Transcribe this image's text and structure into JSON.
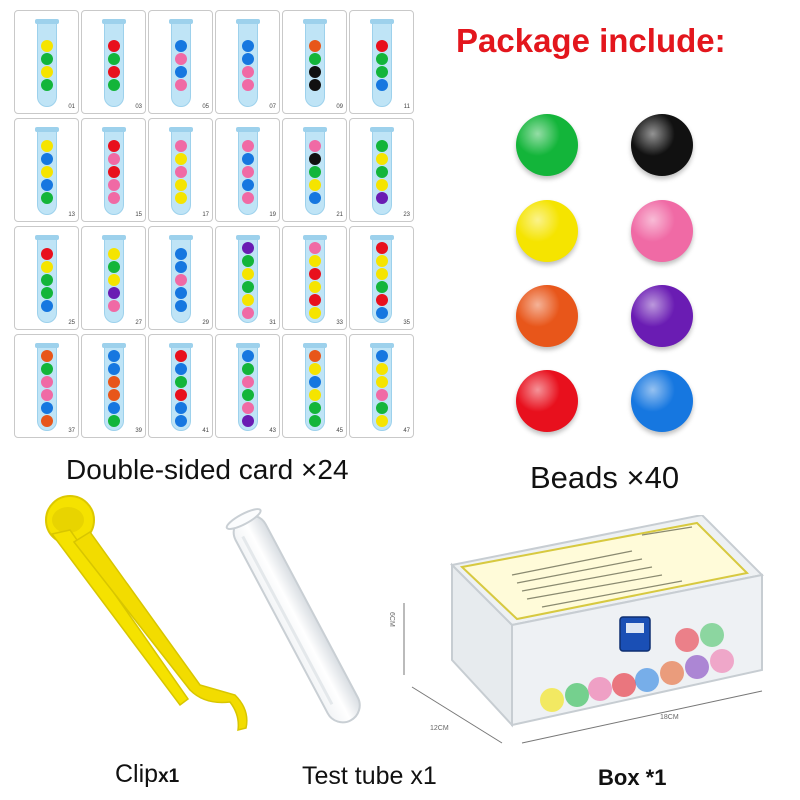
{
  "header": {
    "title": "Package include:"
  },
  "cards": {
    "label": "Double-sided card ×24",
    "items": [
      {
        "number": "01",
        "beads": [
          "yellow",
          "green",
          "yellow",
          "green"
        ]
      },
      {
        "number": "03",
        "beads": [
          "red",
          "green",
          "red",
          "green"
        ]
      },
      {
        "number": "05",
        "beads": [
          "blue",
          "pink",
          "blue",
          "pink"
        ]
      },
      {
        "number": "07",
        "beads": [
          "blue",
          "blue",
          "pink",
          "pink"
        ]
      },
      {
        "number": "09",
        "beads": [
          "orange",
          "green",
          "black",
          "black"
        ]
      },
      {
        "number": "11",
        "beads": [
          "red",
          "green",
          "green",
          "blue"
        ]
      },
      {
        "number": "13",
        "beads": [
          "yellow",
          "blue",
          "yellow",
          "blue",
          "green"
        ]
      },
      {
        "number": "15",
        "beads": [
          "red",
          "pink",
          "red",
          "pink",
          "pink"
        ]
      },
      {
        "number": "17",
        "beads": [
          "pink",
          "yellow",
          "pink",
          "yellow",
          "yellow"
        ]
      },
      {
        "number": "19",
        "beads": [
          "pink",
          "blue",
          "pink",
          "blue",
          "pink"
        ]
      },
      {
        "number": "21",
        "beads": [
          "pink",
          "black",
          "green",
          "yellow",
          "blue"
        ]
      },
      {
        "number": "23",
        "beads": [
          "green",
          "yellow",
          "green",
          "yellow",
          "purple"
        ]
      },
      {
        "number": "25",
        "beads": [
          "red",
          "yellow",
          "green",
          "green",
          "blue"
        ]
      },
      {
        "number": "27",
        "beads": [
          "yellow",
          "green",
          "yellow",
          "purple",
          "pink"
        ]
      },
      {
        "number": "29",
        "beads": [
          "blue",
          "blue",
          "pink",
          "blue",
          "blue"
        ]
      },
      {
        "number": "31",
        "beads": [
          "purple",
          "green",
          "yellow",
          "green",
          "yellow",
          "pink"
        ]
      },
      {
        "number": "33",
        "beads": [
          "pink",
          "yellow",
          "red",
          "yellow",
          "red",
          "yellow"
        ]
      },
      {
        "number": "35",
        "beads": [
          "red",
          "yellow",
          "yellow",
          "green",
          "red",
          "blue"
        ]
      },
      {
        "number": "37",
        "beads": [
          "orange",
          "green",
          "pink",
          "pink",
          "blue",
          "orange"
        ]
      },
      {
        "number": "39",
        "beads": [
          "blue",
          "blue",
          "orange",
          "orange",
          "blue",
          "green"
        ]
      },
      {
        "number": "41",
        "beads": [
          "red",
          "blue",
          "green",
          "red",
          "blue",
          "blue"
        ]
      },
      {
        "number": "43",
        "beads": [
          "blue",
          "green",
          "pink",
          "green",
          "pink",
          "purple"
        ]
      },
      {
        "number": "45",
        "beads": [
          "orange",
          "yellow",
          "blue",
          "yellow",
          "green",
          "green"
        ]
      },
      {
        "number": "47",
        "beads": [
          "blue",
          "yellow",
          "yellow",
          "pink",
          "green",
          "yellow"
        ]
      }
    ]
  },
  "beads": {
    "label": "Beads ×40",
    "colors": [
      {
        "name": "green",
        "hex": "#13b53a"
      },
      {
        "name": "black",
        "hex": "#111111"
      },
      {
        "name": "yellow",
        "hex": "#f5e400"
      },
      {
        "name": "pink",
        "hex": "#f06aa5"
      },
      {
        "name": "orange",
        "hex": "#e8561a"
      },
      {
        "name": "purple",
        "hex": "#6a1cb3"
      },
      {
        "name": "red",
        "hex": "#e8101d"
      },
      {
        "name": "blue",
        "hex": "#1677e0"
      }
    ]
  },
  "items": {
    "clip_label": "Clip",
    "clip_qty": "x1",
    "tube_label": "Test tube x1",
    "box_label": "Box *1",
    "box_dims": {
      "height": "6CM",
      "depth": "12CM",
      "width": "18CM"
    }
  },
  "palette": {
    "green": "#13b53a",
    "black": "#111111",
    "yellow": "#f5e400",
    "pink": "#f06aa5",
    "orange": "#e8561a",
    "purple": "#6a1cb3",
    "red": "#e8101d",
    "blue": "#1677e0",
    "title": "#e3161d",
    "clip": "#f5e200",
    "tube_glass": "#bfe4f6"
  }
}
